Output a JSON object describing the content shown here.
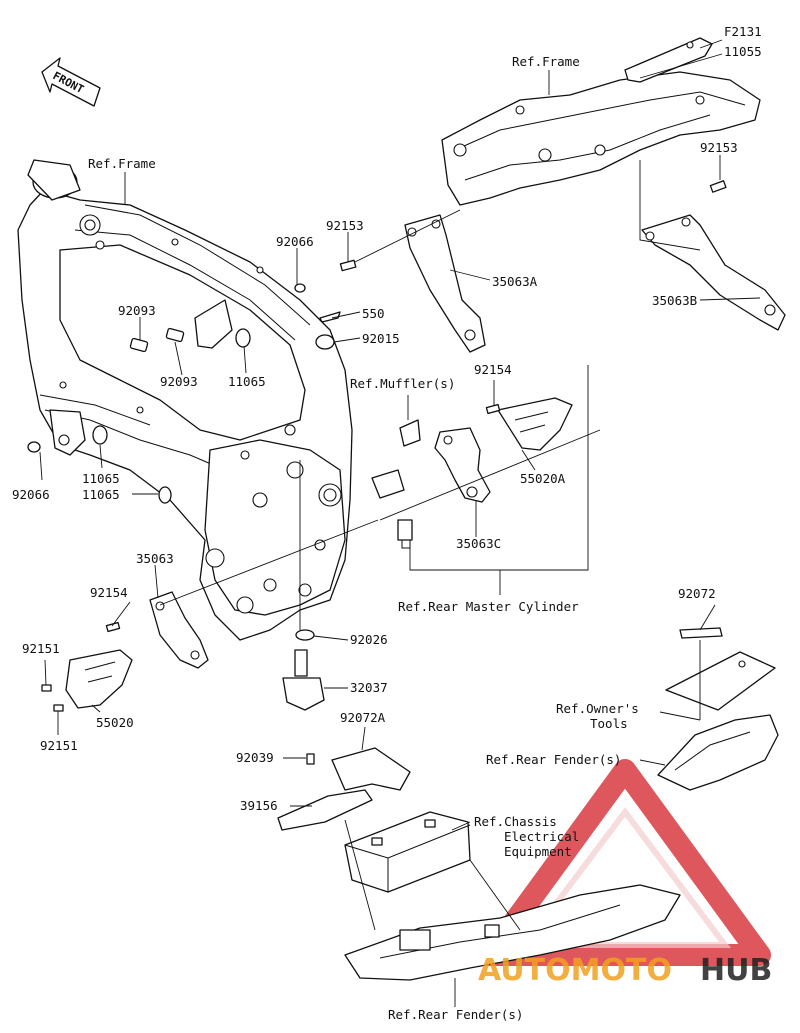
{
  "diagram": {
    "fig_code": "F2131",
    "front_label": "FRONT",
    "watermark": {
      "part1": "AUTOMOTO",
      "part2": "HUB",
      "accent": "#d2252b",
      "accent2": "#f0a020",
      "dark": "#222222"
    },
    "labels": {
      "p11055": "11055",
      "ref_frame_top": "Ref.Frame",
      "ref_frame_left": "Ref.Frame",
      "p92153_right": "92153",
      "p92153_mid": "92153",
      "p92066_top": "92066",
      "p35063A": "35063A",
      "p35063B": "35063B",
      "p92093_a": "92093",
      "p92093_b": "92093",
      "p11065_a": "11065",
      "p11065_b": "11065",
      "p11065_c": "11065",
      "p550": "550",
      "p92015": "92015",
      "p92154_top": "92154",
      "ref_muffler": "Ref.Muffler(s)",
      "p55020A": "55020A",
      "p35063C": "35063C",
      "p92066_left": "92066",
      "ref_rear_master": "Ref.Rear Master Cylinder",
      "p35063": "35063",
      "p92154_left": "92154",
      "p92151_a": "92151",
      "p92151_b": "92151",
      "p55020": "55020",
      "p92026": "92026",
      "p32037": "32037",
      "p92072": "92072",
      "ref_owners_1": "Ref.Owner's",
      "ref_owners_2": "Tools",
      "ref_rear_fender_1": "Ref.Rear Fender(s)",
      "p92072A": "92072A",
      "p92039": "92039",
      "p39156": "39156",
      "ref_chassis_1": "Ref.Chassis",
      "ref_chassis_2": "Electrical",
      "ref_chassis_3": "Equipment",
      "ref_rear_fender_2": "Ref.Rear Fender(s)"
    }
  }
}
